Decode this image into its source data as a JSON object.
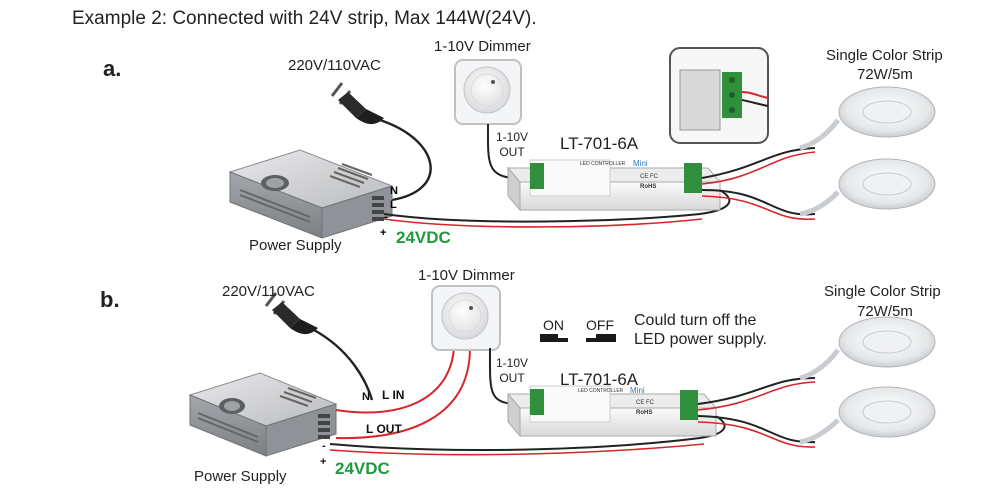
{
  "title": "Example 2: Connected with 24V strip, Max 144W(24V).",
  "sections": [
    {
      "label": "a.",
      "mains": "220V/110VAC",
      "dimmer": "1-10V Dimmer",
      "dimmer_out": [
        "1-10V",
        "OUT"
      ],
      "controller": "LT-701-6A",
      "controller_label": "LED CONTROLLER",
      "controller_brand": "Mini",
      "controller_cert": "CE FC",
      "controller_rohs": "RoHS",
      "strip_title": "Single Color Strip",
      "strip_spec": "72W/5m",
      "psu_label": "Power Supply",
      "voltage": "24VDC",
      "terminals": [
        "N",
        "L",
        "-",
        "+"
      ]
    },
    {
      "label": "b.",
      "mains": "220V/110VAC",
      "dimmer": "1-10V Dimmer",
      "dimmer_out": [
        "1-10V",
        "OUT"
      ],
      "controller": "LT-701-6A",
      "controller_label": "LED CONTROLLER",
      "controller_brand": "Mini",
      "controller_cert": "CE FC",
      "controller_rohs": "RoHS",
      "strip_title": "Single Color Strip",
      "strip_spec": "72W/5m",
      "psu_label": "Power Supply",
      "voltage": "24VDC",
      "terminals": [
        "N",
        "-",
        "+"
      ],
      "wire_in": "L  IN",
      "wire_out": "L OUT",
      "switch_on": "ON",
      "switch_off": "OFF",
      "note": [
        "Could turn off the",
        "LED power supply."
      ]
    }
  ],
  "colors": {
    "voltage": "#1f9a3c",
    "wire_red": "#d6262b",
    "wire_black": "#222222"
  },
  "icons": [
    "plug-icon",
    "power-supply-icon",
    "dimmer-knob-icon",
    "controller-icon",
    "led-strip-reel-icon",
    "switch-icon",
    "terminal-closeup-icon"
  ]
}
